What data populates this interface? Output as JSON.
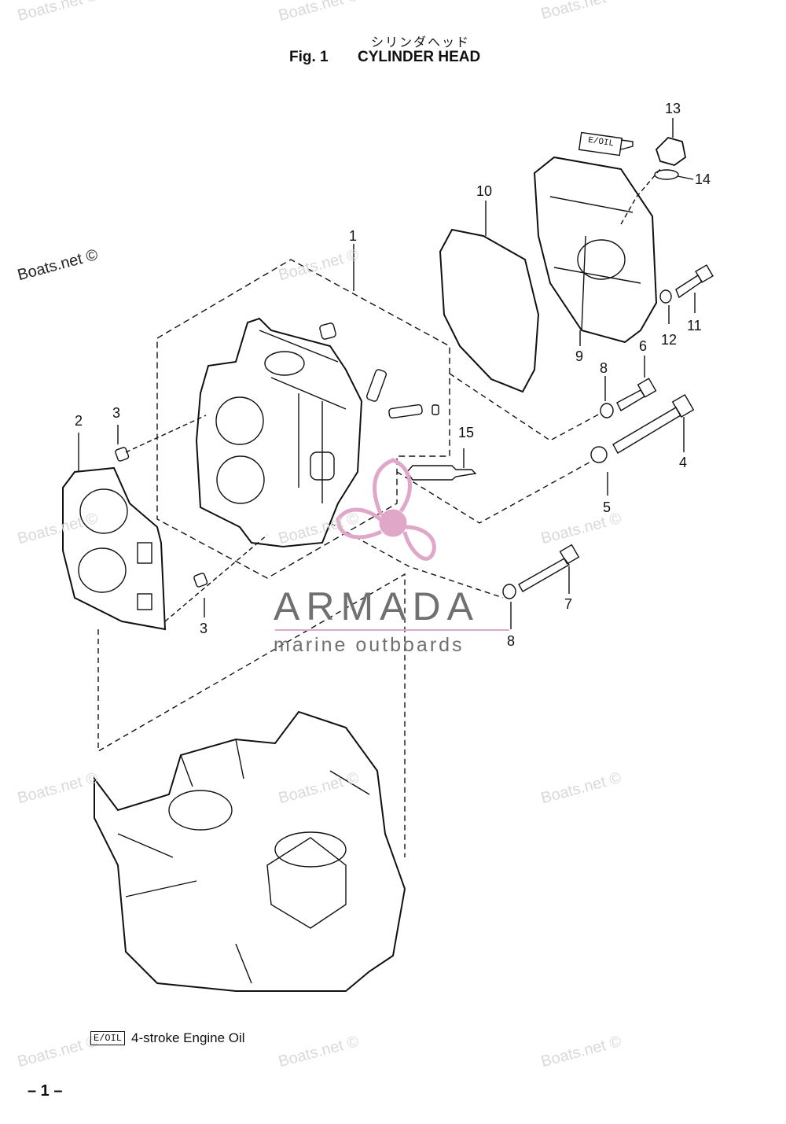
{
  "header": {
    "japanese_title": "シリンダヘッド",
    "fig_number": "Fig. 1",
    "title": "CYLINDER HEAD"
  },
  "callouts": [
    {
      "id": "c1",
      "label": "1"
    },
    {
      "id": "c2",
      "label": "2"
    },
    {
      "id": "c3a",
      "label": "3"
    },
    {
      "id": "c3b",
      "label": "3"
    },
    {
      "id": "c4",
      "label": "4"
    },
    {
      "id": "c5",
      "label": "5"
    },
    {
      "id": "c6",
      "label": "6"
    },
    {
      "id": "c7",
      "label": "7"
    },
    {
      "id": "c8a",
      "label": "8"
    },
    {
      "id": "c8b",
      "label": "8"
    },
    {
      "id": "c9",
      "label": "9"
    },
    {
      "id": "c10",
      "label": "10"
    },
    {
      "id": "c11",
      "label": "11"
    },
    {
      "id": "c12",
      "label": "12"
    },
    {
      "id": "c13",
      "label": "13"
    },
    {
      "id": "c14",
      "label": "14"
    },
    {
      "id": "c15",
      "label": "15"
    }
  ],
  "watermark": {
    "text": "Boats.net ©",
    "color": "#d9d9d9"
  },
  "brand": {
    "name": "ARMADA",
    "tagline": "marine outboards",
    "accent_color": "#e0a7c8",
    "text_color": "#707070"
  },
  "oil_tube_label": "E/OIL",
  "legend": {
    "tag": "E/OIL",
    "text": "4-stroke Engine Oil"
  },
  "page_number": "– 1 –"
}
